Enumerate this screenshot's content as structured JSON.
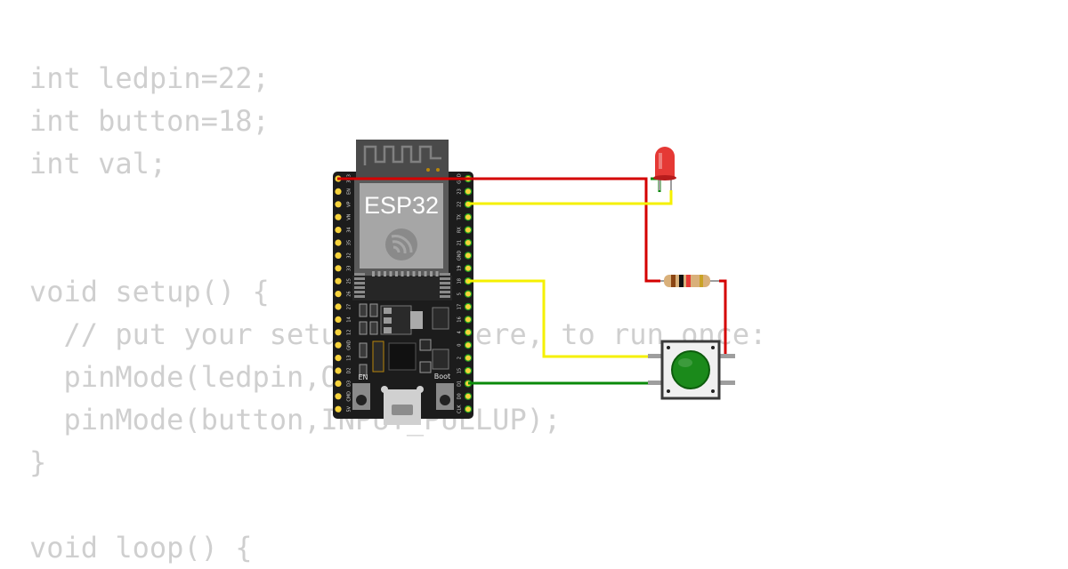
{
  "code": {
    "lines": [
      "int ledpin=22;",
      "int button=18;",
      "int val;",
      "",
      "",
      "void setup() {",
      "  // put your setup code here, to run once:",
      "  pinMode(ledpin,OUTPUT);",
      "  pinMode(button,INPUT_PULLUP);",
      "}",
      "",
      "void loop() {"
    ]
  },
  "board": {
    "name": "ESP32",
    "en_label": "EN",
    "boot_label": "Boot",
    "left_pins": [
      "3V3",
      "EN",
      "VP",
      "VN",
      "34",
      "35",
      "32",
      "33",
      "25",
      "26",
      "27",
      "14",
      "12",
      "GND",
      "13",
      "D2",
      "D3",
      "CMD",
      "5V"
    ],
    "right_pins": [
      "GND",
      "23",
      "22",
      "TX",
      "RX",
      "21",
      "GND",
      "19",
      "18",
      "5",
      "17",
      "16",
      "4",
      "0",
      "2",
      "15",
      "D1",
      "D0",
      "CLK"
    ]
  },
  "components": {
    "led_color": "#e53935",
    "button_color": "#1b8a1b",
    "resistor_bands": [
      "#8b4513",
      "#111111",
      "#e53935"
    ]
  },
  "wires": {
    "red": "#d40000",
    "yellow": "#f5f000",
    "green": "#0a8a0a"
  }
}
